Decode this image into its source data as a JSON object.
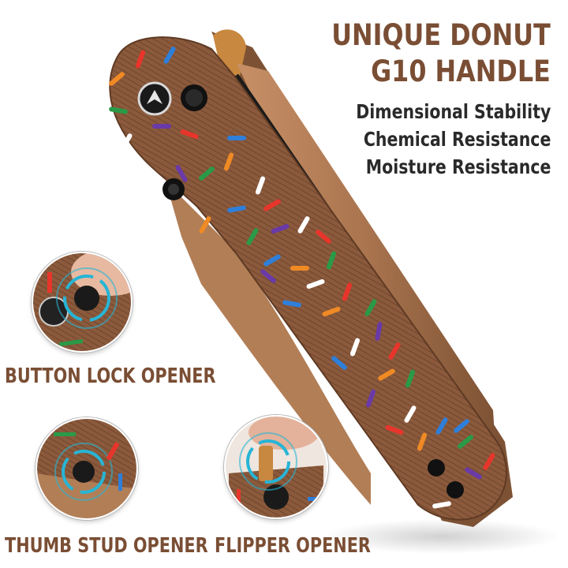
{
  "headline": {
    "line1": "UNIQUE DONUT",
    "line2": "G10 HANDLE"
  },
  "features": [
    "Dimensional Stability",
    "Chemical Resistance",
    "Moisture Resistance"
  ],
  "openers": [
    {
      "label": "BUTTON LOCK OPENER"
    },
    {
      "label": "THUMB STUD OPENER"
    },
    {
      "label": "FLIPPER OPENER"
    }
  ],
  "colors": {
    "handle_brown": "#8b5a3c",
    "blade_bronze": "#a9744e",
    "label_brown": "#7a4e34",
    "ring_blue": "#27b5d6",
    "sprinkles": [
      "#e8352b",
      "#2e7fd9",
      "#f08a24",
      "#2a9a48",
      "#6a3aa8",
      "#ffffff"
    ]
  },
  "icons": {
    "logo": "brand-logo-icon",
    "lock_button": "button-lock-icon",
    "pivot": "pivot-screw-icon",
    "thumb_stud": "thumb-stud-icon"
  }
}
